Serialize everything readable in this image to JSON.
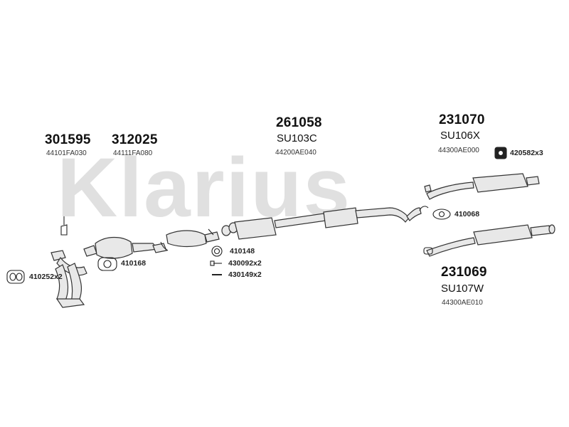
{
  "watermark": "Klarius",
  "parts": {
    "p301595": {
      "number": "301595",
      "oe": "44101FA030"
    },
    "p312025": {
      "number": "312025",
      "oe": "44111FA080"
    },
    "p261058": {
      "number": "261058",
      "code": "SU103C",
      "oe": "44200AE040"
    },
    "p231070": {
      "number": "231070",
      "code": "SU106X",
      "oe": "44300AE000"
    },
    "p231069": {
      "number": "231069",
      "code": "SU107W",
      "oe": "44300AE010"
    }
  },
  "fittings": {
    "f420582": "420582x3",
    "f410068": "410068",
    "f410148": "410148",
    "f430092": "430092x2",
    "f430149": "430149x2",
    "f410168": "410168",
    "f410252": "410252x2"
  }
}
